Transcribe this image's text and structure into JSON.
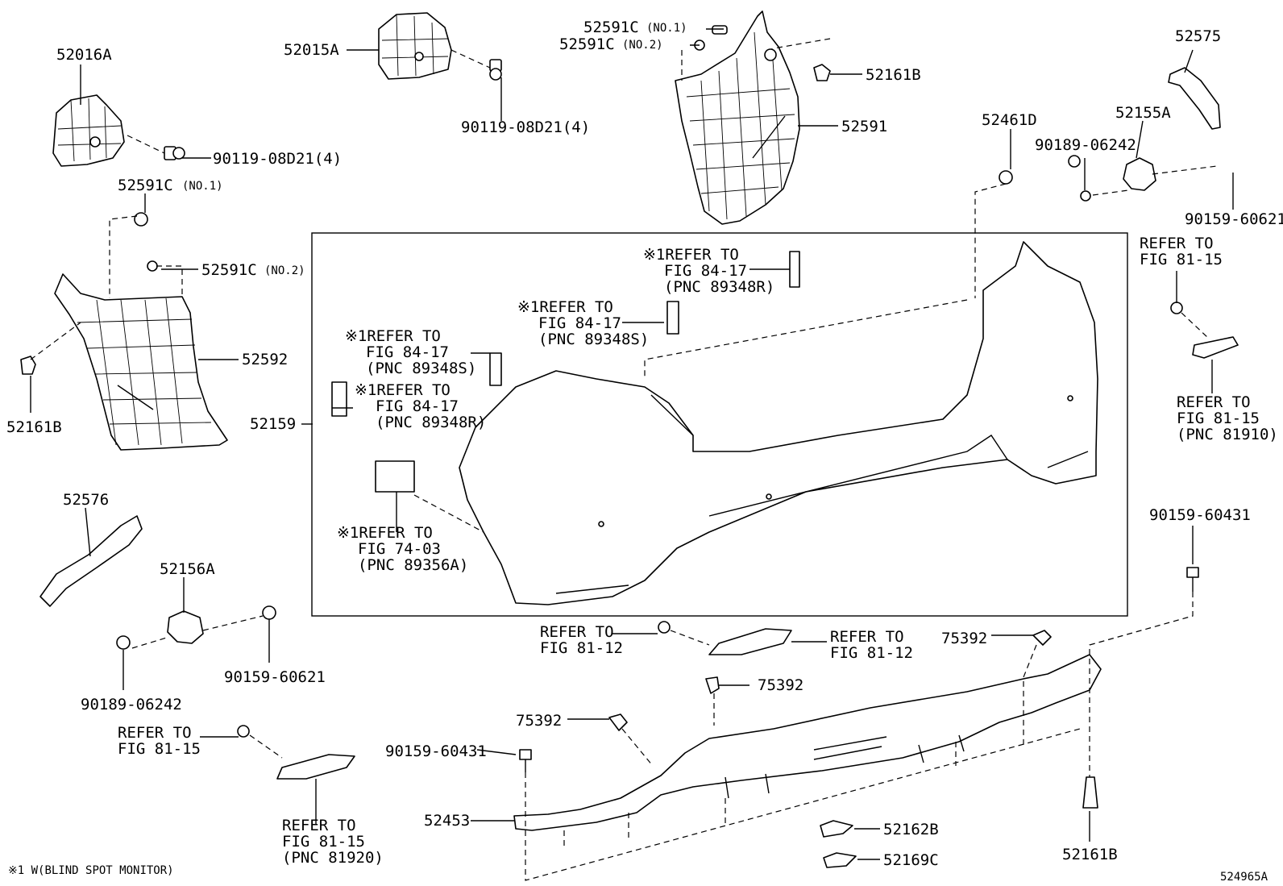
{
  "diagram_id": "524965A",
  "footnote": "※1 W(BLIND SPOT MONITOR)",
  "labels": {
    "p52016A": "52016A",
    "p52015A": "52015A",
    "bolt_upper_left": "90119-08D21(4)",
    "bolt_upper_center": "90119-08D21(4)",
    "c1_top": "52591C",
    "c1_top_note": "(NO.1)",
    "c2_top": "52591C",
    "c2_top_note": "(NO.2)",
    "p52161B_top": "52161B",
    "p52591": "52591",
    "p52575": "52575",
    "p52461D": "52461D",
    "p52155A": "52155A",
    "p90189_right": "90189-06242",
    "p90159_right": "90159-60621",
    "c1_left": "52591C",
    "c1_left_note": "(NO.1)",
    "c2_left": "52591C",
    "c2_left_note": "(NO.2)",
    "p52592": "52592",
    "p52161B_left": "52161B",
    "p52159": "52159",
    "p52576": "52576",
    "p52156A": "52156A",
    "p90159_left": "90159-60621",
    "p90189_left": "90189-06242",
    "p90159_60431_right": "90159-60431",
    "p90159_60431_left": "90159-60431",
    "p75392_a": "75392",
    "p75392_b": "75392",
    "p75392_c": "75392",
    "p52453": "52453",
    "p52162B": "52162B",
    "p52169C": "52169C",
    "p52161B_bottom": "52161B"
  },
  "refs": {
    "r1": [
      "※1REFER TO",
      "FIG 84-17",
      "(PNC 89348R)"
    ],
    "r2": [
      "※1REFER TO",
      "FIG 84-17",
      "(PNC 89348S)"
    ],
    "r3": [
      "※1REFER TO",
      "FIG 84-17",
      "(PNC 89348S)"
    ],
    "r4": [
      "※1REFER TO",
      "FIG 84-17",
      "(PNC 89348R)"
    ],
    "r5": [
      "※1REFER TO",
      "FIG 74-03",
      "(PNC 89356A)"
    ],
    "r6": [
      "REFER TO",
      "FIG 81-15"
    ],
    "r7": [
      "REFER TO",
      "FIG 81-15",
      "(PNC 81910)"
    ],
    "r8": [
      "REFER TO",
      "FIG 81-12"
    ],
    "r9": [
      "REFER TO",
      "FIG 81-12"
    ],
    "r10": [
      "REFER TO",
      "FIG 81-15"
    ],
    "r11": [
      "REFER TO",
      "FIG 81-15",
      "(PNC 81920)"
    ]
  }
}
